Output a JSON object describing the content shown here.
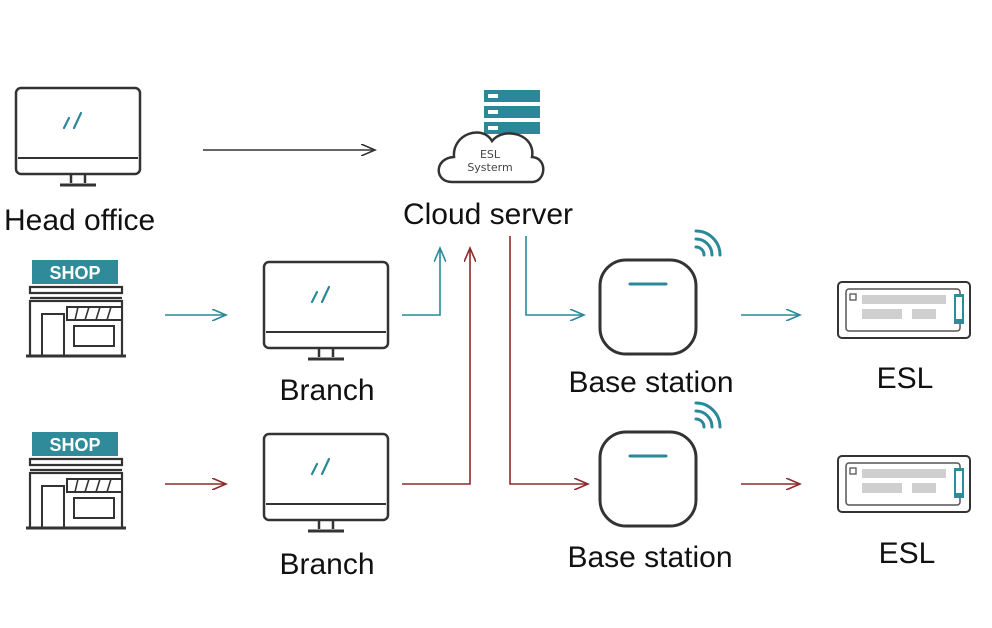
{
  "colors": {
    "black": "#333333",
    "teal": "#2a8898",
    "red": "#8c2b2b",
    "sign": "#2f8a99"
  },
  "nodes": {
    "head_office": "Head office",
    "cloud_server": "Cloud server",
    "cloud_badge_line1": "ESL",
    "cloud_badge_line2": "Systerm",
    "shop": "SHOP",
    "branch": "Branch",
    "base_station": "Base station",
    "esl": "ESL"
  },
  "icons": {
    "monitor": "monitor-icon",
    "shop": "shop-icon",
    "cloud": "cloud-server-icon",
    "base_station": "base-station-icon",
    "esl": "esl-tag-icon",
    "wifi": "wifi-signal-icon"
  }
}
